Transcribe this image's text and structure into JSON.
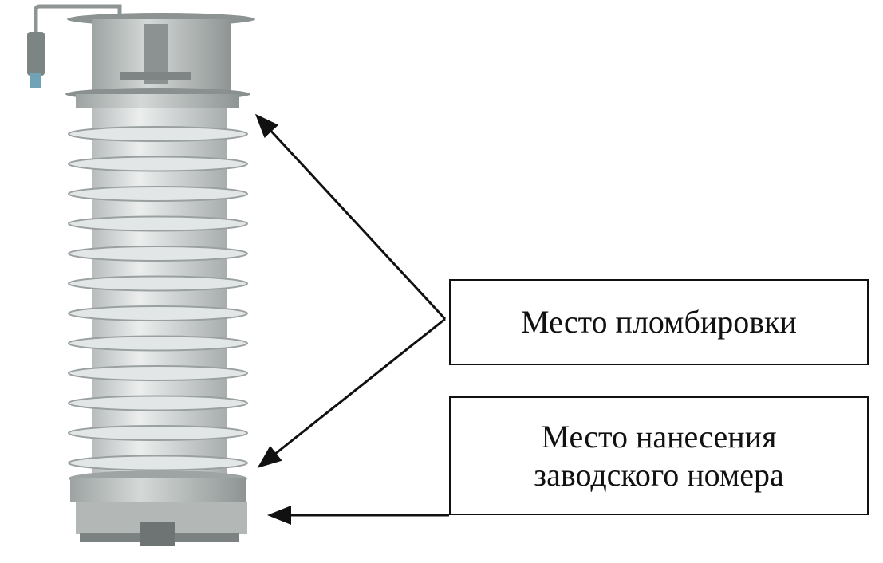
{
  "labels": {
    "seal_place": "Место пломбировки",
    "serial_place_line1": "Место нанесения",
    "serial_place_line2": "заводского номера"
  },
  "colors": {
    "insulator": "#d9dcdc",
    "shed_edge": "#9aa0a0",
    "metal": "#a9afae",
    "arrow": "#111111"
  }
}
